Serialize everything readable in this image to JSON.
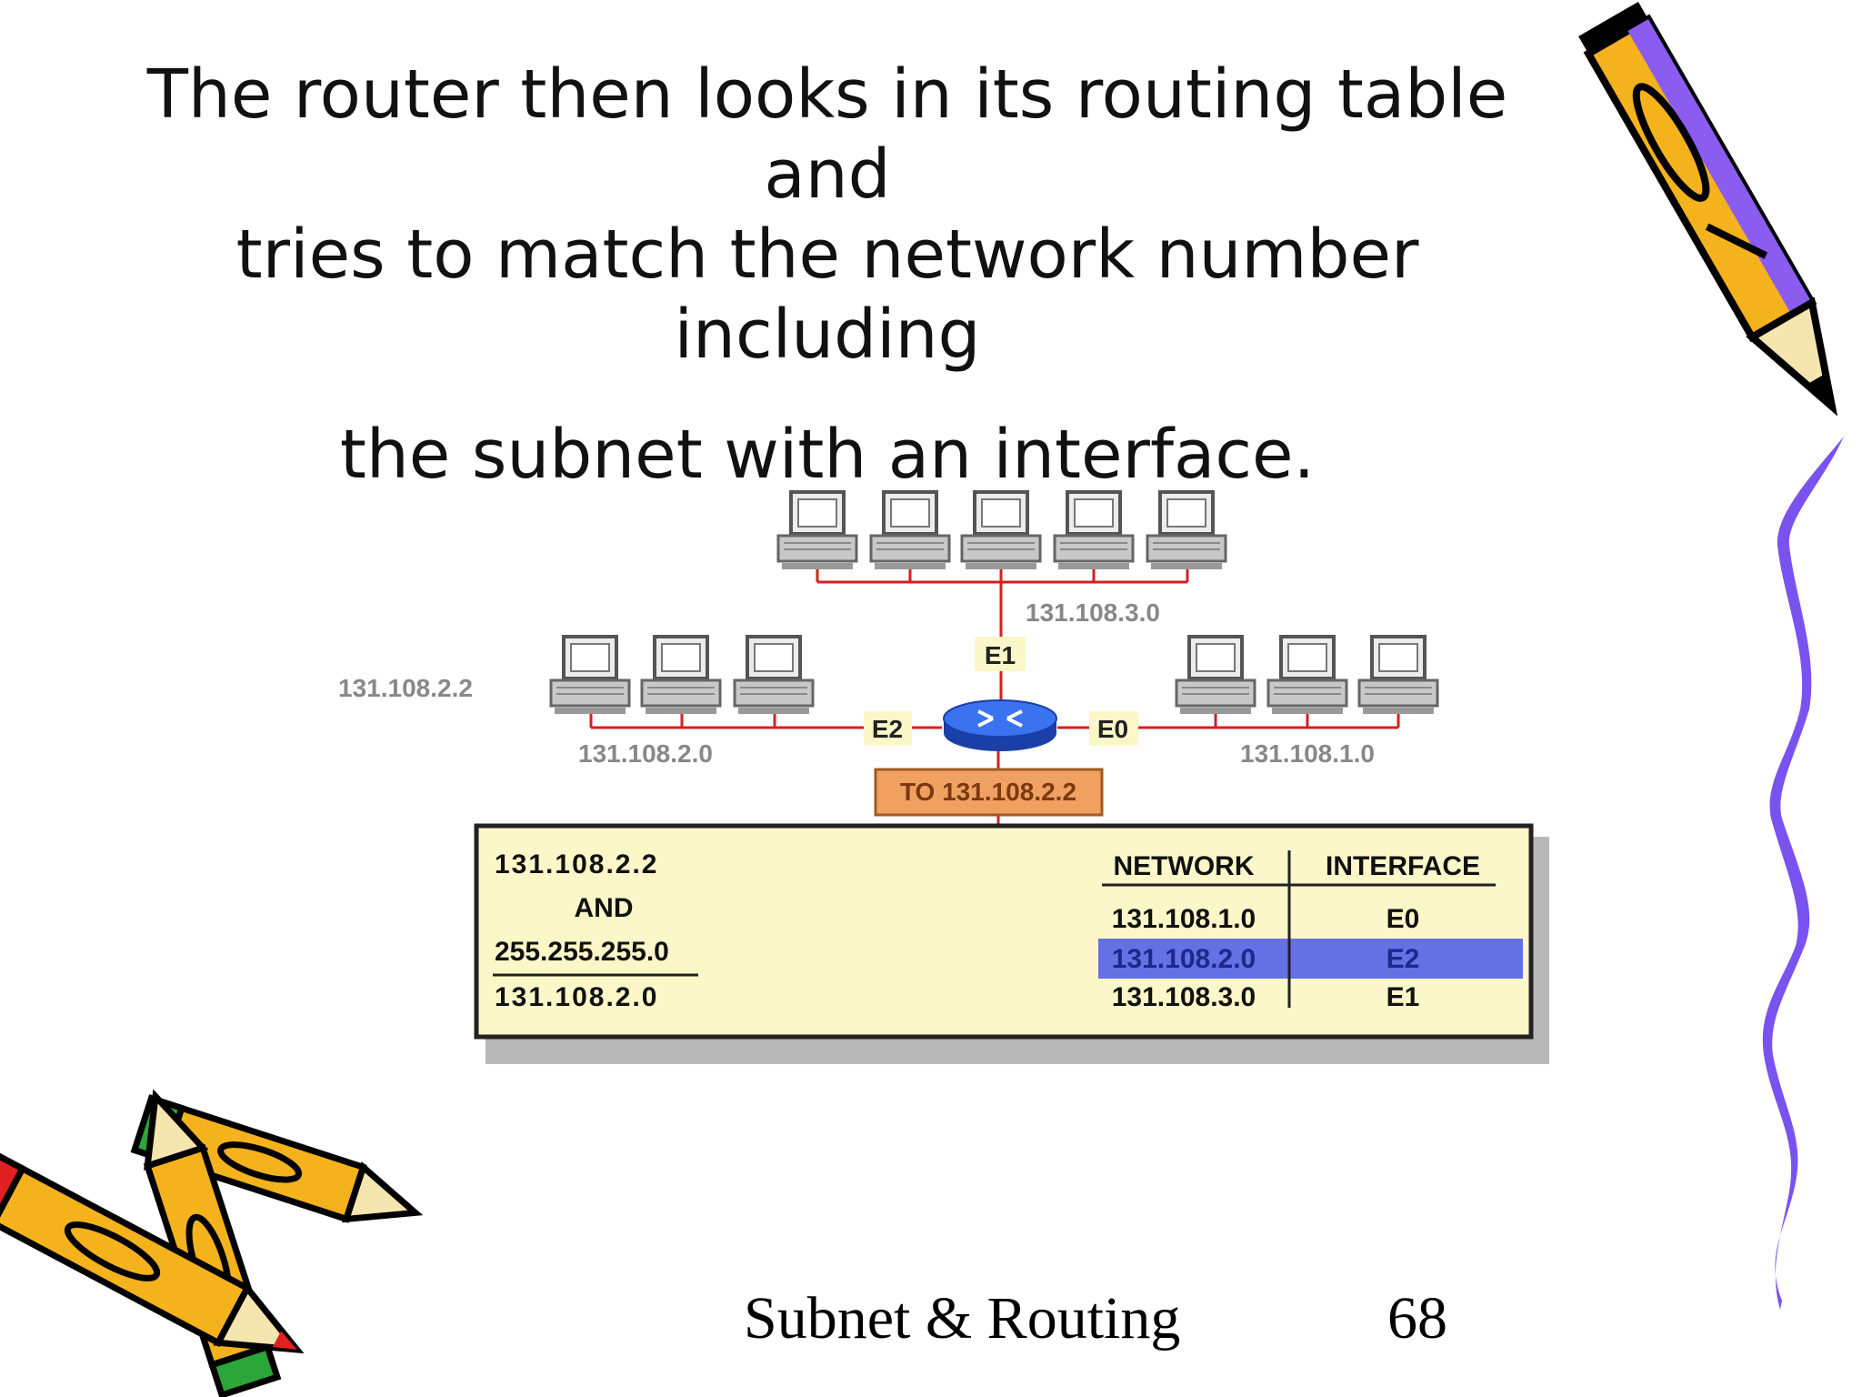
{
  "slide": {
    "title_lines": [
      "The router then looks in its routing table and",
      "tries to match the network number including",
      "the subnet with an interface."
    ],
    "footer": {
      "text": "Subnet & Routing",
      "page_number": "68"
    }
  },
  "diagram": {
    "networks": {
      "top": "131.108.3.0",
      "left": "131.108.2.0",
      "right": "131.108.1.0",
      "left_host": "131.108.2.2"
    },
    "interfaces": {
      "top": "E1",
      "left": "E2",
      "right": "E0"
    },
    "packet_label": "TO 131.108.2.2",
    "calc": {
      "ip": "131.108.2.2",
      "op": "AND",
      "mask": "255.255.255.0",
      "result": "131.108.2.0"
    },
    "table": {
      "headers": [
        "NETWORK",
        "INTERFACE"
      ],
      "rows": [
        {
          "network": "131.108.1.0",
          "interface": "E0"
        },
        {
          "network": "131.108.2.0",
          "interface": "E2"
        },
        {
          "network": "131.108.3.0",
          "interface": "E1"
        }
      ],
      "highlight_index": 1
    },
    "colors": {
      "link": "#d42020",
      "router": "#2a62e0",
      "packet_fill": "#f0a060",
      "label_bg": "#fbf7c8",
      "table_bg": "#fbf7c8",
      "highlight": "#5560e8"
    }
  }
}
